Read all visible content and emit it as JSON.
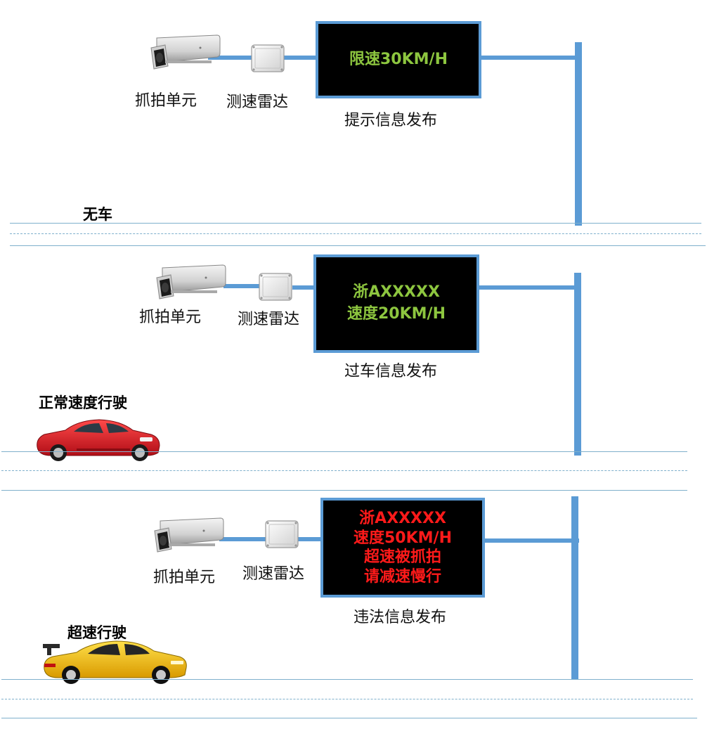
{
  "labels": {
    "capture_unit": "抓拍单元",
    "radar": "测速雷达"
  },
  "scenes": [
    {
      "state_label": "无车",
      "caption": "提示信息发布",
      "sign_lines": [
        "限速30KM/H"
      ],
      "sign_color": "#8dc63f"
    },
    {
      "state_label": "正常速度行驶",
      "caption": "过车信息发布",
      "sign_lines": [
        "浙AXXXXX",
        "速度20KM/H"
      ],
      "sign_color": "#8dc63f"
    },
    {
      "state_label": "超速行驶",
      "caption": "违法信息发布",
      "sign_lines": [
        "浙AXXXXX",
        "速度50KM/H",
        "超速被抓拍",
        "请减速慢行"
      ],
      "sign_color": "#ff1a1a"
    }
  ],
  "colors": {
    "wire": "#5b9bd5",
    "sign_bg": "#000000",
    "normal_car": "#d9202a",
    "speeding_car": "#f2c011"
  },
  "icons": [
    "camera-icon",
    "radar-icon",
    "red-car-icon",
    "yellow-car-icon"
  ]
}
